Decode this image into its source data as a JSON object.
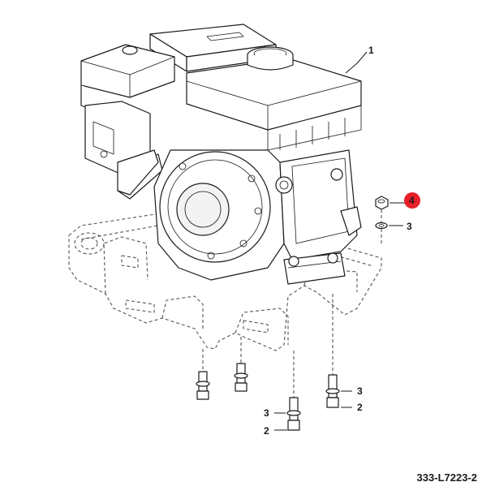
{
  "callouts": {
    "engine": "1",
    "nut": "4",
    "washer_right": "3",
    "bolt_mid_washer": "3",
    "bolt_mid_bolt": "2",
    "bolt_right_washer": "3",
    "bolt_right_bolt": "2"
  },
  "highlight": {
    "callout": "4",
    "color": "#e8202a"
  },
  "reference_code": "333-L7223-2"
}
